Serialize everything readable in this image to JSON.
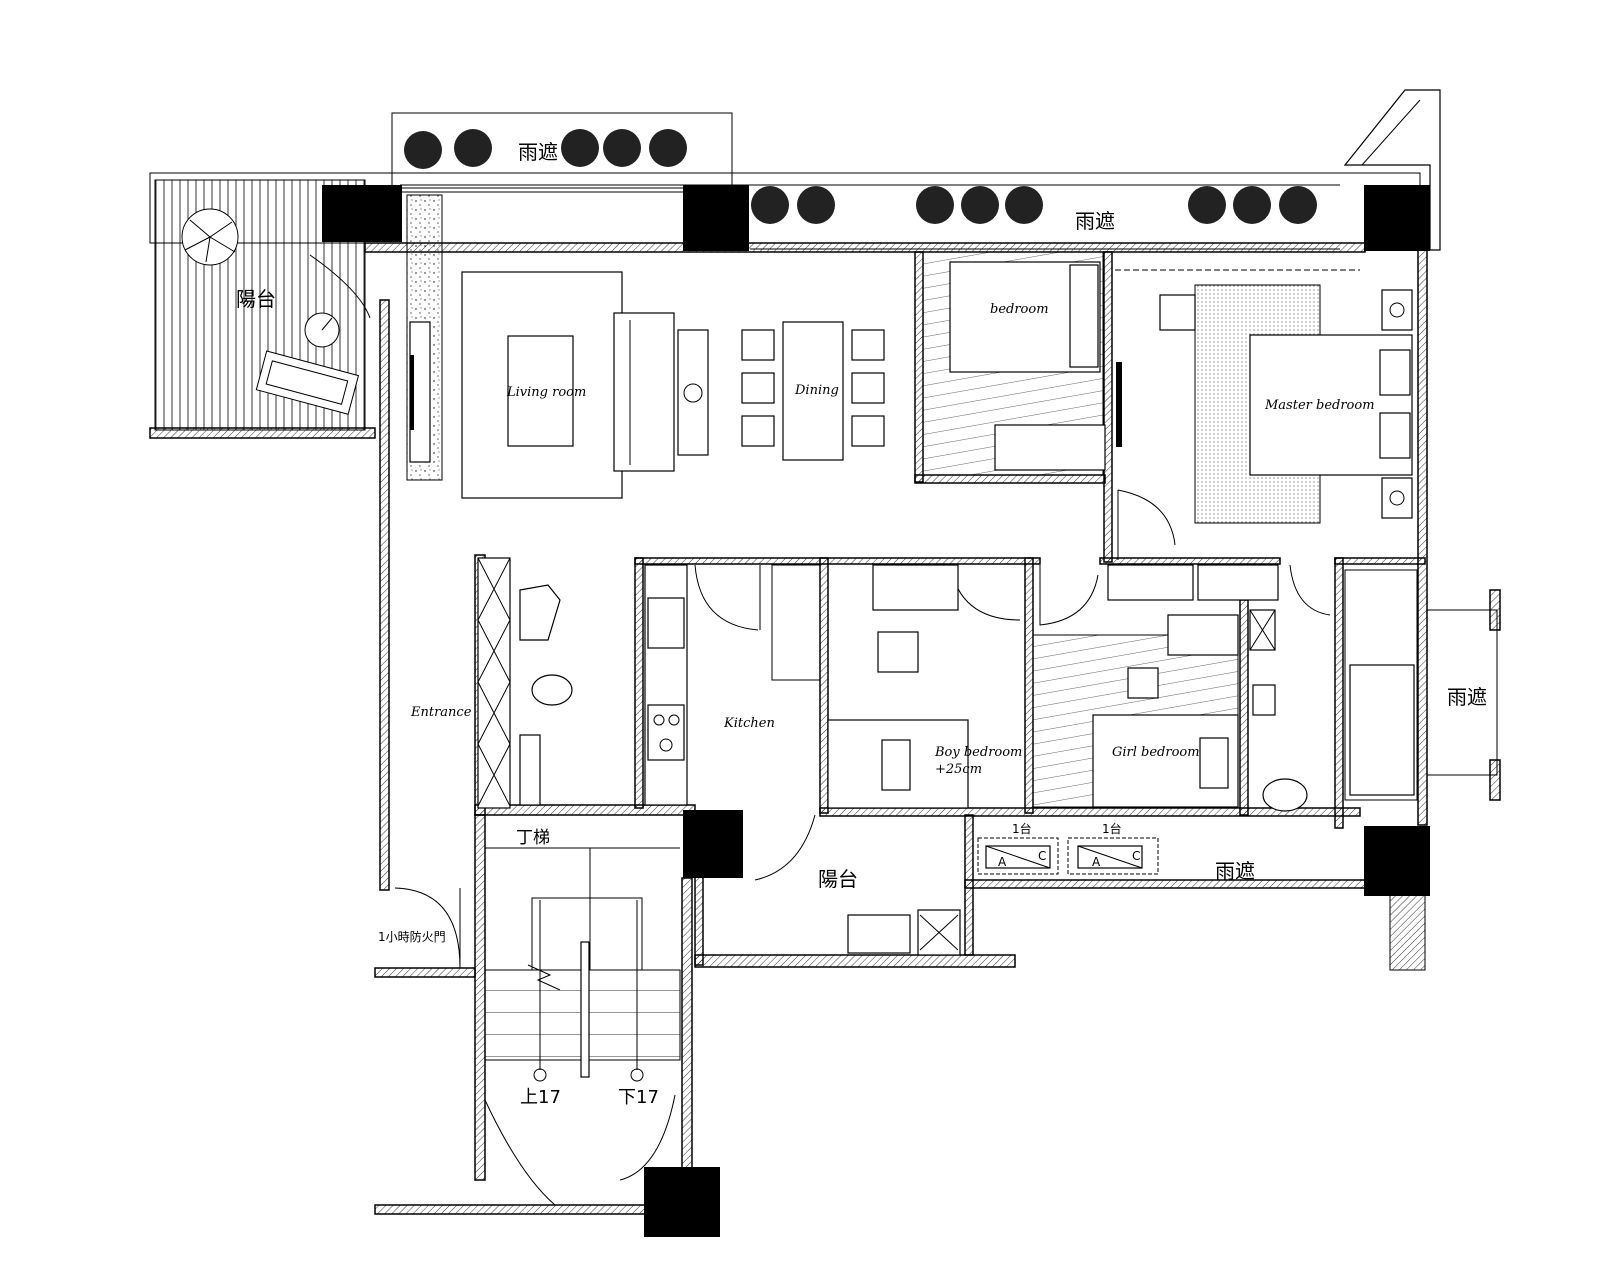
{
  "rooms": {
    "living": "Living room",
    "dining": "Dining",
    "bedroom": "bedroom",
    "master": "Master bedroom",
    "entrance": "Entrance",
    "kitchen": "Kitchen",
    "boy": "Boy bedroom",
    "boy_note": "+25cm",
    "girl": "Girl bedroom"
  },
  "zh_labels": {
    "balcony_top": "陽台",
    "canopy_top_left": "雨遮",
    "canopy_top_right": "雨遮",
    "canopy_right": "雨遮",
    "canopy_bottom": "雨遮",
    "balcony_bottom": "陽台",
    "stair": "丁梯",
    "fire_door": "1小時防火門",
    "stair_up": "上17",
    "stair_down": "下17"
  },
  "ac_units": {
    "count_label_1": "1台",
    "count_label_2": "1台",
    "a": "A",
    "c": "C"
  }
}
